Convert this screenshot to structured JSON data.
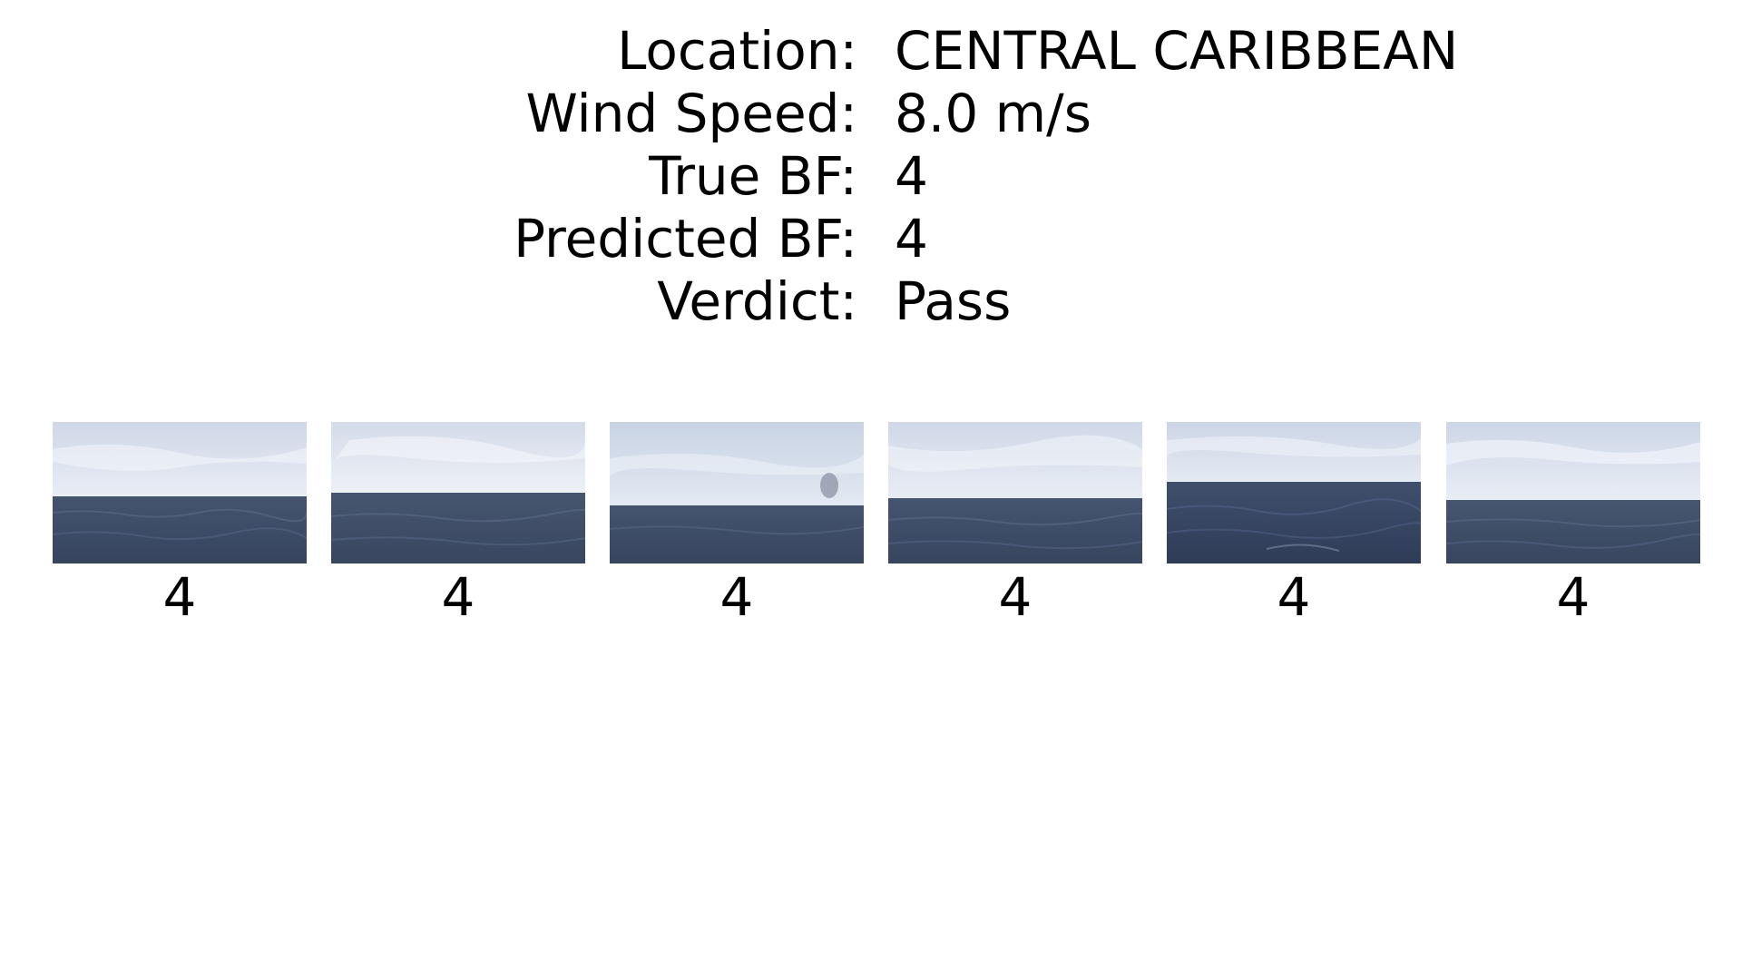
{
  "info": [
    {
      "label": "Location:",
      "value": "CENTRAL CARIBBEAN"
    },
    {
      "label": "Wind Speed:",
      "value": "8.0 m/s"
    },
    {
      "label": "True BF:",
      "value": "4"
    },
    {
      "label": "Predicted BF:",
      "value": "4"
    },
    {
      "label": "Verdict:",
      "value": "Pass"
    }
  ],
  "thumbnails": [
    {
      "label": "4"
    },
    {
      "label": "4"
    },
    {
      "label": "4"
    },
    {
      "label": "4"
    },
    {
      "label": "4"
    },
    {
      "label": "4"
    }
  ],
  "colors": {
    "sky_top": "#cdd6e6",
    "sky_bottom": "#e6ecf3",
    "sea_top": "#3f4f6e",
    "sea_bottom": "#34425f",
    "text": "#000000"
  }
}
